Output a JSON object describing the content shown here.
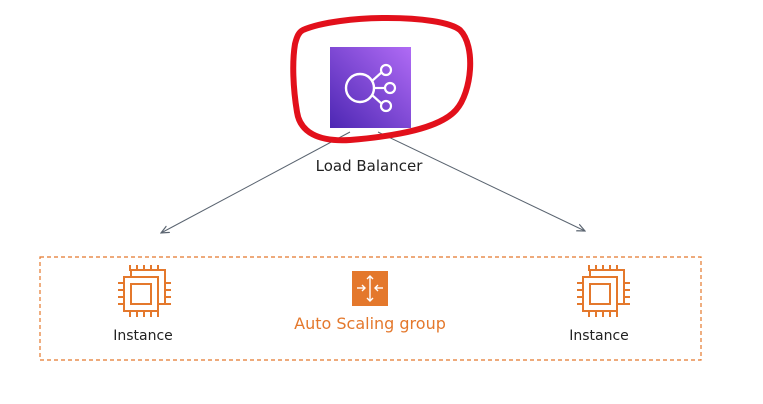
{
  "load_balancer": {
    "label": "Load Balancer",
    "icon": "elastic-load-balancing-icon"
  },
  "instances": [
    {
      "label": "Instance",
      "icon": "ec2-instance-chip-icon"
    },
    {
      "label": "Instance",
      "icon": "ec2-instance-chip-icon"
    }
  ],
  "auto_scaling_group": {
    "label": "Auto Scaling group",
    "icon": "auto-scaling-arrows-icon"
  },
  "colors": {
    "load_balancer_gradient": [
      "#b06bf5",
      "#4d27b3"
    ],
    "aws_orange": "#e4782c",
    "arrow": "#5a6470",
    "highlight": "#e2101b",
    "text": "#222222"
  }
}
